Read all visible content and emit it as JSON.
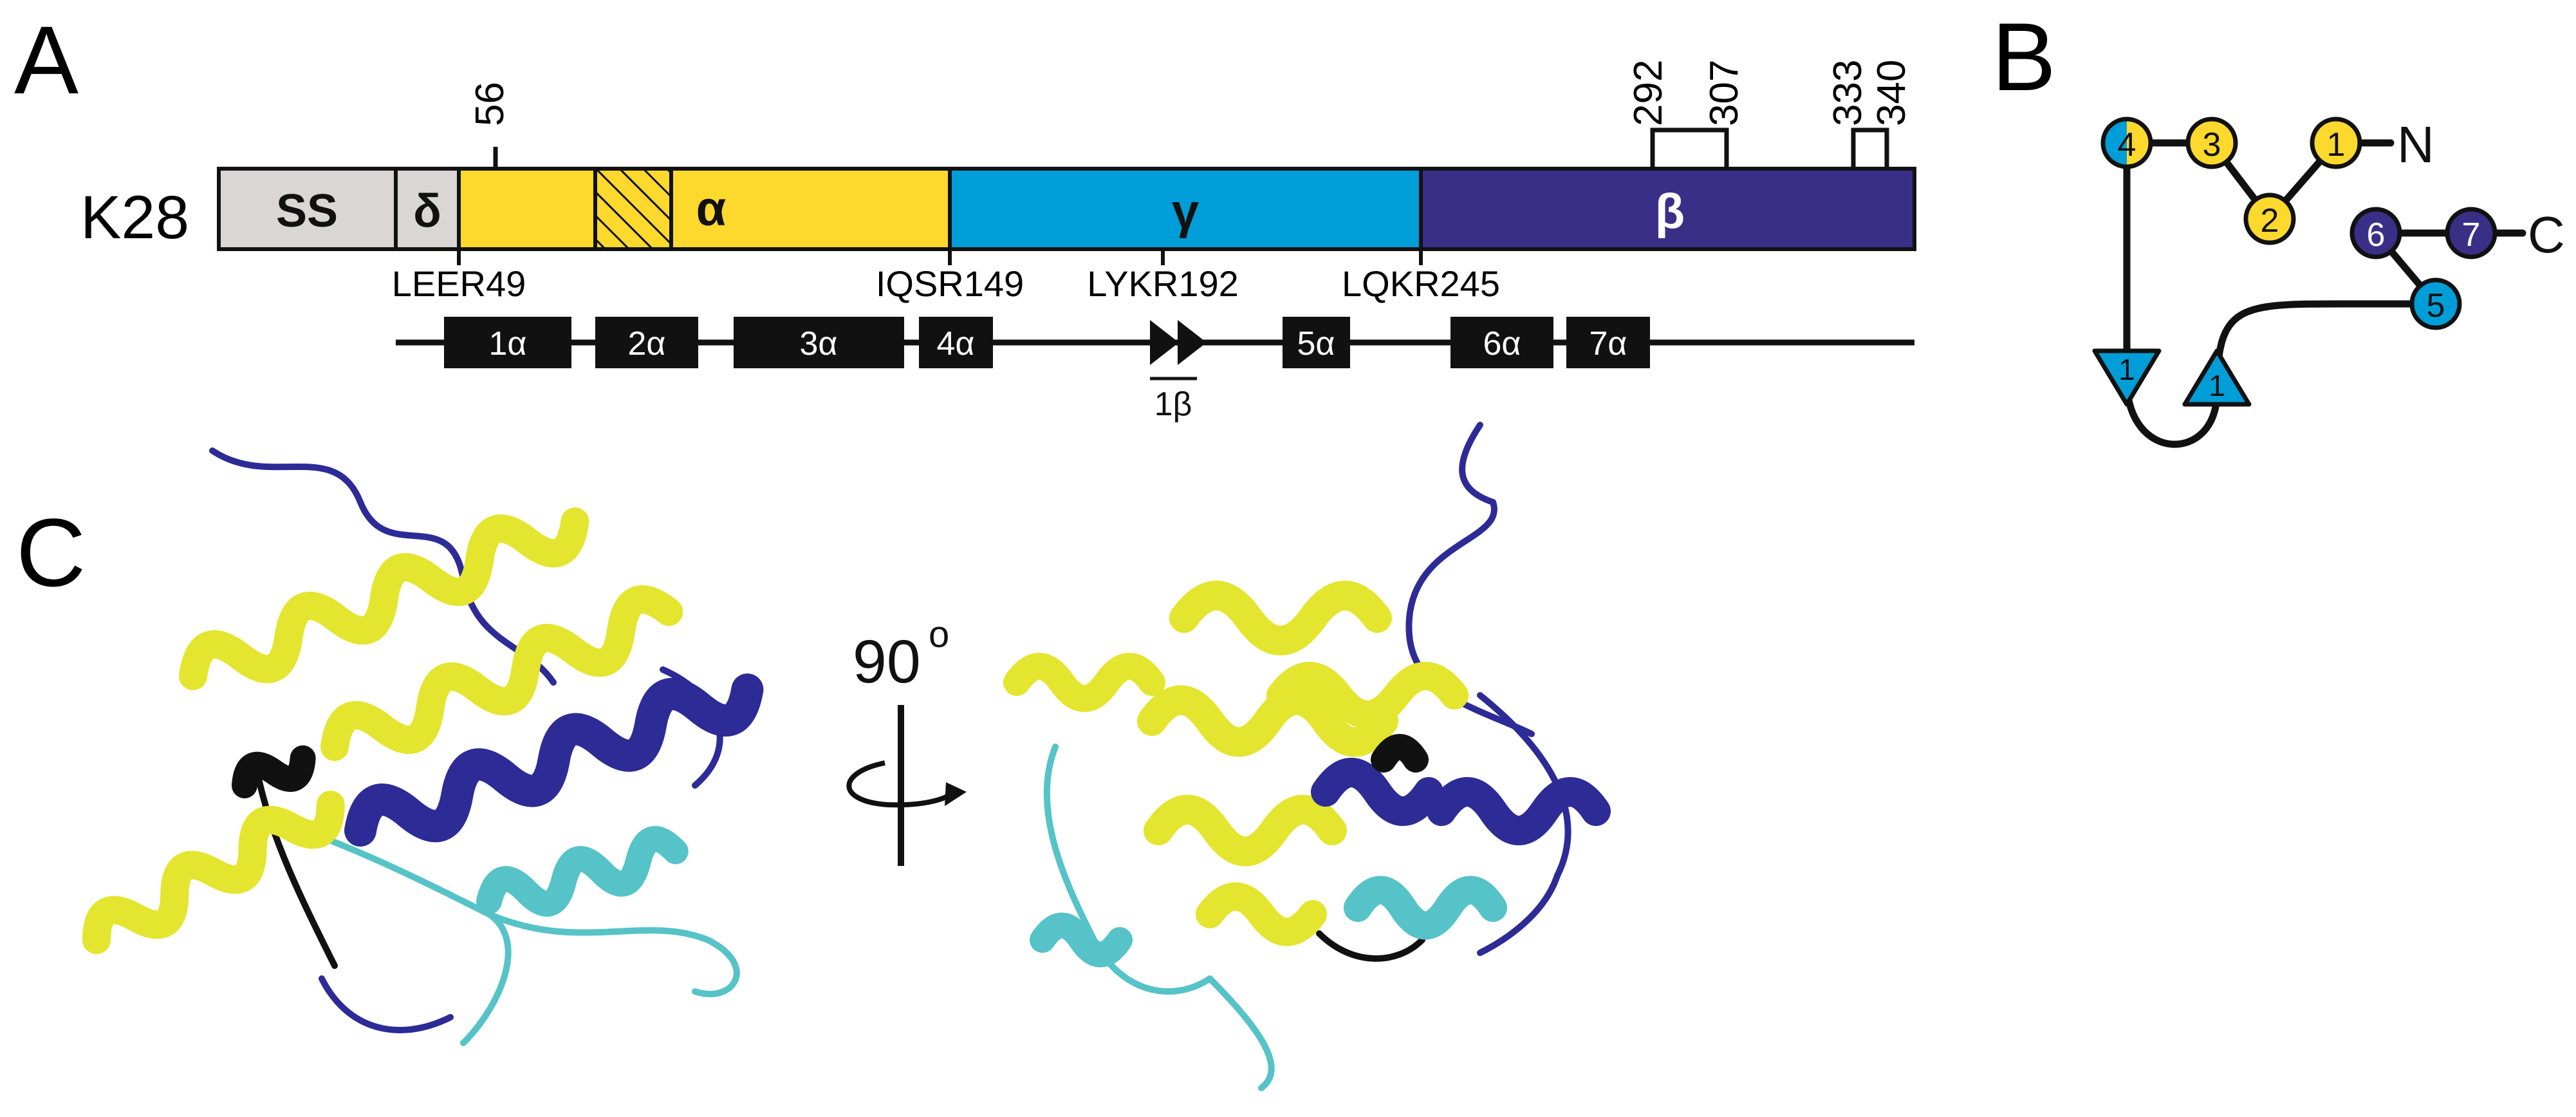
{
  "panels": {
    "a": "A",
    "b": "B",
    "c": "C"
  },
  "colors": {
    "ss": "#d9d6d5",
    "delta": "#d9d6d5",
    "alpha": "#fdd82d",
    "gamma": "#009ed8",
    "beta": "#3a2f86",
    "helix_yellow": "#e4e52e",
    "helix_cyan": "#55c3c8",
    "helix_blue": "#2d2b96",
    "black": "#111111"
  },
  "protein": {
    "name": "K28",
    "domains": [
      {
        "key": "ss",
        "label": "SS"
      },
      {
        "key": "delta",
        "label": "δ"
      },
      {
        "key": "alpha",
        "label": "α"
      },
      {
        "key": "gamma",
        "label": "γ"
      },
      {
        "key": "beta",
        "label": "β"
      }
    ],
    "top_numbers": [
      "56",
      "292",
      "307",
      "333",
      "340"
    ],
    "cleavage_sites": [
      "LEER49",
      "IQSR149",
      "LYKR192",
      "LQKR245"
    ]
  },
  "secondary_structure": {
    "helices": [
      "1α",
      "2α",
      "3α",
      "4α",
      "5α",
      "6α",
      "7α"
    ],
    "strand": "1β"
  },
  "topology": {
    "nodes": [
      {
        "label": "4",
        "color": "split"
      },
      {
        "label": "3",
        "color": "alpha"
      },
      {
        "label": "1",
        "color": "alpha"
      },
      {
        "label": "2",
        "color": "alpha"
      },
      {
        "label": "6",
        "color": "beta"
      },
      {
        "label": "7",
        "color": "beta"
      },
      {
        "label": "5",
        "color": "gamma"
      }
    ],
    "triangles": [
      {
        "label": "1"
      },
      {
        "label": "1"
      }
    ],
    "n_term": "N",
    "c_term": "C"
  },
  "rotation": {
    "angle": "90",
    "degree": "o"
  }
}
